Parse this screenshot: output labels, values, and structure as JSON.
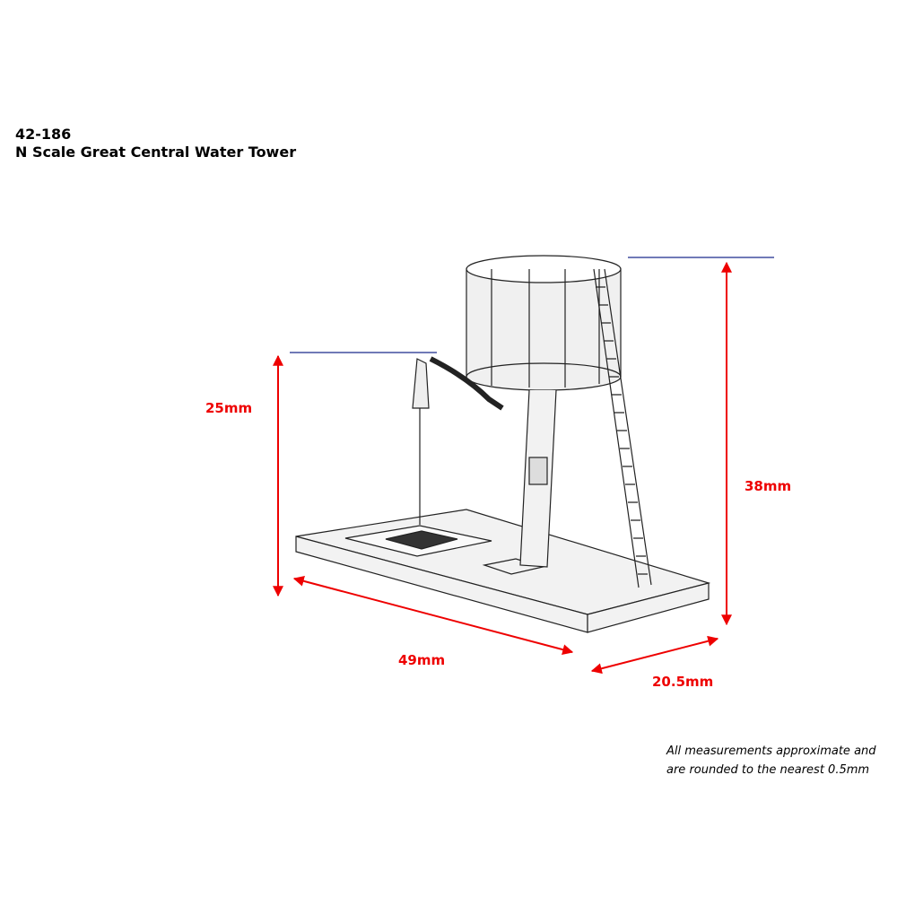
{
  "header": {
    "code": "42-186",
    "title": "N Scale Great Central Water Tower"
  },
  "dimensions": {
    "height_spout": "25mm",
    "height_total": "38mm",
    "length": "49mm",
    "depth": "20.5mm"
  },
  "note": {
    "line1": "All measurements approximate and",
    "line2": "are rounded to the nearest 0.5mm"
  },
  "colors": {
    "dim": "#e00000",
    "guide": "#1a2a8c"
  }
}
